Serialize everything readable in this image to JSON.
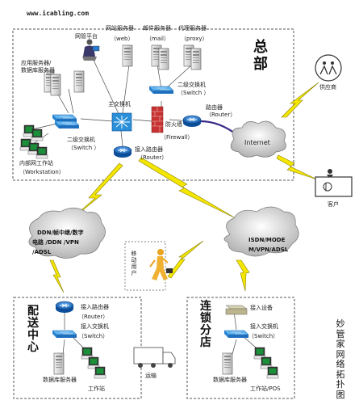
{
  "site": "www.icabling.com",
  "title": "妙管家网络拓扑图",
  "headquarters": {
    "heading": "总部",
    "network_mgmt": "网管平台",
    "web_server": "网站服务器",
    "web_tag": "（web）",
    "mail_server": "邮件服务器",
    "mail_tag": "（mail）",
    "proxy_server": "代理服务器",
    "proxy_tag": "（proxy）",
    "app_server_1": "应用服务器/",
    "app_server_2": "数据库服务器",
    "l2_switch_left_1": "二级交换机",
    "l2_switch_left_2": "（Switch  ）",
    "main_switch": "主交换机",
    "l2_switch_right_1": "二级交换机",
    "l2_switch_right_2": "（Switch ）",
    "router": "路由器",
    "router_tag": "（Router）",
    "firewall": "防火墙",
    "firewall_tag": "（Firewall）",
    "access_router": "接入路由器",
    "access_router_tag": "（Router）",
    "workstation": "内部网工作站",
    "workstation_tag": "（Workstation）"
  },
  "internet": "Internet",
  "supplier": "供应商",
  "customer": "客户",
  "ddn_cloud": [
    "DDN/帧中继/数字",
    "电路 /DDN /VPN",
    "/ADSL"
  ],
  "isdn_cloud": [
    "ISDN/MODE",
    "M/VPN/ADSL"
  ],
  "mobile_user": "移动用户",
  "distribution_center": {
    "heading": "配送中心",
    "access_router": "接入路由器",
    "access_router_tag": "（Router）",
    "access_switch": "接入交换机",
    "access_switch_tag": "（Switch）",
    "db_server": "数据库服务器",
    "workstation": "工作站"
  },
  "transport": "运输",
  "chain_store": {
    "heading": "连锁分店",
    "access_device": "接入设备",
    "access_switch": "接入交换机",
    "access_switch_tag": "（Switch）",
    "db_server": "数据库服务器",
    "workstation_pos": "工作站/POS"
  },
  "colors": {
    "dashed_border": "#555555",
    "device_blue": "#1a6fc4",
    "switch_blue": "#2a8fd8",
    "lightning": "#f5e600",
    "firewall_red": "#c83232",
    "server_gray": "#d8d8d8",
    "cloud_gray": "#b8b8b8"
  }
}
